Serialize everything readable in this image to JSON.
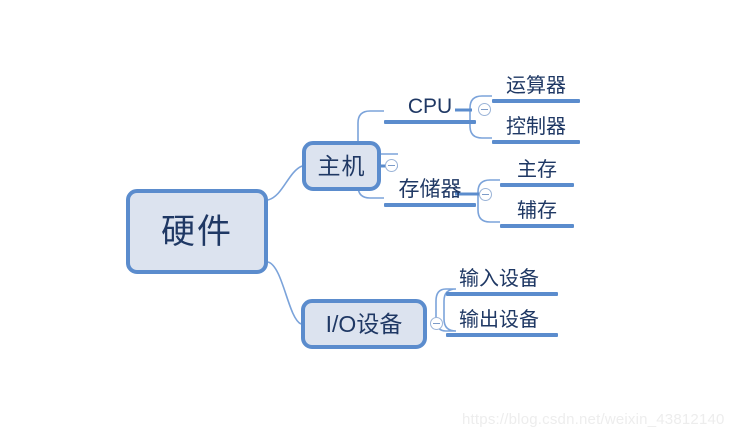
{
  "diagram": {
    "type": "mind-map",
    "root": {
      "label": "硬件"
    },
    "branches": [
      {
        "label": "主机",
        "children": [
          {
            "label": "CPU",
            "children": [
              {
                "label": "运算器"
              },
              {
                "label": "控制器"
              }
            ]
          },
          {
            "label": "存储器",
            "children": [
              {
                "label": "主存"
              },
              {
                "label": "辅存"
              }
            ]
          }
        ]
      },
      {
        "label": "I/O设备",
        "children": [
          {
            "label": "输入设备"
          },
          {
            "label": "输出设备"
          }
        ]
      }
    ]
  },
  "nodes": {
    "root": "硬件",
    "host": "主机",
    "io": "I/O设备",
    "cpu": "CPU",
    "storage": "存储器",
    "alu": "运算器",
    "control_unit": "控制器",
    "main_memory": "主存",
    "aux_memory": "辅存",
    "input_device": "输入设备",
    "output_device": "输出设备"
  },
  "toggles": {
    "host": "collapse-minus",
    "io": "collapse-minus",
    "cpu": "collapse-minus",
    "storage": "collapse-minus"
  },
  "watermark": {
    "text": "https://blog.csdn.net/weixin_43812140"
  },
  "colors": {
    "node_fill": "#dce3ef",
    "node_border": "#5b8ccd",
    "text": "#1f3864",
    "connector": "#7ba3da",
    "underline": "#5b8ccd",
    "background": "#ffffff",
    "watermark": "#ededed"
  }
}
